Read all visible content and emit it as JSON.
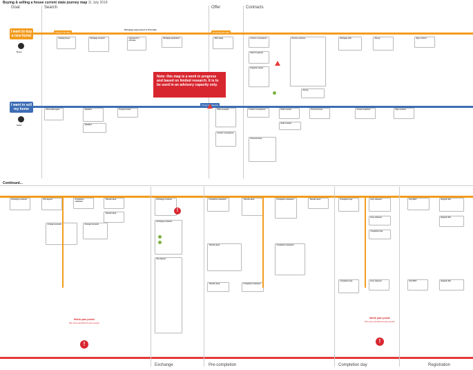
{
  "header": {
    "title": "Buying & selling a house current state journey map",
    "date": "11 July 2018"
  },
  "stages_top": [
    "Goal",
    "Search",
    "Offer",
    "Contracts"
  ],
  "stages_bottom": [
    "Exchange",
    "Pre-completion",
    "Completion day",
    "Registration"
  ],
  "continued_label": "Continued...",
  "goals": {
    "buy": "I want to buy a new home",
    "sell": "I want to sell my home"
  },
  "roles": {
    "buyer": "Buyer",
    "seller": "Seller"
  },
  "note": "Note: this map is a work in progress and based on limited research. It is to be used in an advisory capacity only.",
  "pain": {
    "title": "Welsh pain points",
    "text": "Pain points identified through research"
  },
  "chips": {
    "buy_offer": "I'll put in an offer",
    "accept": "I'll accept the offer",
    "pay": "I'll pay the deposit",
    "mortgage": "Mortgage Agreement in Principle"
  },
  "colors": {
    "buyer_line": "#f39c1e",
    "seller_line": "#3d6db5",
    "alert": "#e53935",
    "positive": "#7cb342"
  },
  "cards": {
    "c1": "Viewing house",
    "c2": "Mortgage research",
    "c3": "Agreement in principle",
    "c4": "Mortgage application",
    "c5": "Offer made",
    "c6": "Instruct conveyancer",
    "c7": "Search requests",
    "c8": "Enquiries raised",
    "c9": "Receive searches",
    "c10": "Mortgage offer",
    "c11": "Survey",
    "c12": "Sign contract",
    "s1": "Find estate agent",
    "s2": "Valuation",
    "s3": "Property listed",
    "s4": "Offer accepted",
    "s5": "Instruct conveyancer",
    "s6": "Draft contract",
    "s7": "Protocol forms",
    "s8": "Answer enquiries",
    "s9": "Sign contract",
    "s10": "Arrange removals",
    "b1": "Exchange contracts",
    "b2": "Pay deposit",
    "b3": "Completion statement",
    "b4": "Transfer deed",
    "b5": "Completion day",
    "b6": "Keys released",
    "b7": "Register title",
    "b8": "Pay SDLT"
  }
}
